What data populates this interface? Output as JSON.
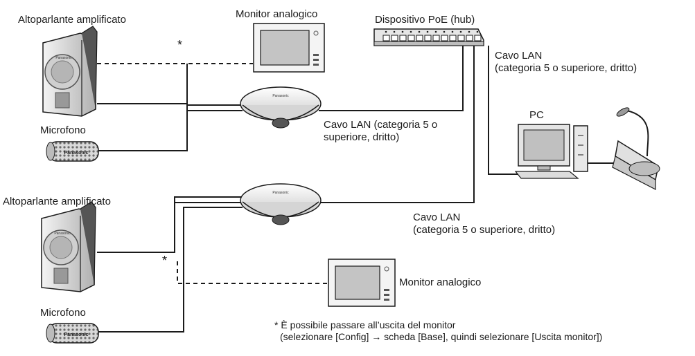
{
  "labels": {
    "speaker_top": "Altoparlante amplificato",
    "monitor_top": "Monitor analogico",
    "hub": "Dispositivo PoE (hub)",
    "lan_right_line1": "Cavo LAN",
    "lan_right_line2": "(categoria 5 o superiore, dritto)",
    "pc": "PC",
    "mic_top": "Microfono",
    "lan_mid_line1": "Cavo LAN (categoria 5 o",
    "lan_mid_line2": "superiore, dritto)",
    "speaker_bottom": "Altoparlante amplificato",
    "lan_bottom_line1": "Cavo LAN",
    "lan_bottom_line2": "(categoria 5 o superiore, dritto)",
    "monitor_bottom": "Monitor analogico",
    "mic_bottom": "Microfono",
    "note_line1": "* È possibile passare all’uscita del monitor",
    "note_line2": "(selezionare [Config] → scheda [Base], quindi selezionare [Uscita monitor])",
    "asterisk_top": "*",
    "asterisk_bottom": "*"
  },
  "brand_text": "Panasonic",
  "colors": {
    "line": "#1a1a1a",
    "device_fill": "#e8e8e8",
    "device_dark": "#9a9a9a",
    "screen": "#bfbfbf"
  }
}
